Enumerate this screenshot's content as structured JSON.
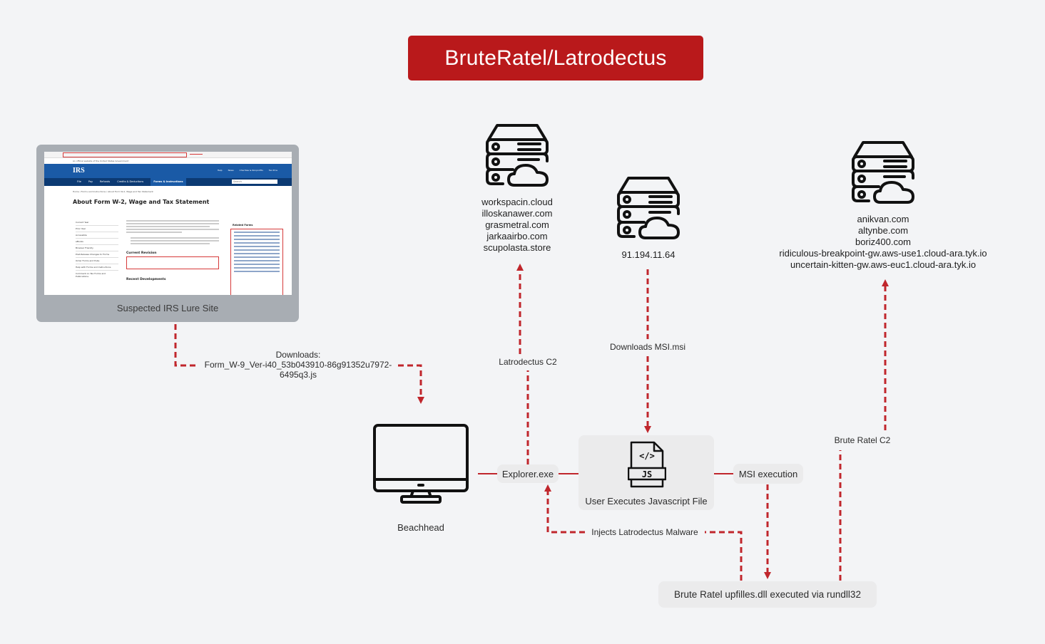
{
  "title": "BruteRatel/Latrodectus",
  "colors": {
    "accent": "#b9191b",
    "background": "#f3f4f6",
    "node_fill": "#ebebec",
    "irs_blue": "#1a5aa6",
    "irs_navy": "#0c3a73"
  },
  "lure_site": {
    "label": "Suspected IRS Lure Site",
    "screenshot": {
      "banner": "An official website of the United States Government",
      "logo": "IRS",
      "top_links": [
        "Help",
        "News",
        "Charities & Nonprofits",
        "Tax Pros"
      ],
      "nav": [
        "File",
        "Pay",
        "Refunds",
        "Credits & Deductions",
        "Forms & Instructions"
      ],
      "search_placeholder": "Search",
      "breadcrumb": "Home / Forms and Instructions / About Form W-2, Wage and Tax Statement",
      "heading": "About Form W-2, Wage and Tax Statement",
      "sidebar": [
        "Current Year",
        "Prior Year",
        "Accessible",
        "eBooks",
        "Browser Friendly",
        "Post-Release Changes to Forms",
        "Order Forms and Pubs",
        "Help with Forms and Instructions",
        "Comment on Tax Forms and Publications"
      ],
      "current_revision": "Current Revision",
      "recent_developments": "Recent Developments",
      "related_forms": "Related Forms"
    }
  },
  "c2_latrodectus": {
    "icon": "server-cloud-icon",
    "domains": [
      "workspacin.cloud",
      "illoskanawer.com",
      "grasmetral.com",
      "jarkaairbo.com",
      "scupolasta.store"
    ]
  },
  "msi_server": {
    "icon": "server-cloud-icon",
    "ip": "91.194.11.64"
  },
  "c2_bruteratel": {
    "icon": "server-cloud-icon",
    "domains": [
      "anikvan.com",
      "altynbe.com",
      "boriz400.com",
      "ridiculous-breakpoint-gw.aws-use1.cloud-ara.tyk.io",
      "uncertain-kitten-gw.aws-euc1.cloud-ara.tyk.io"
    ]
  },
  "edges": {
    "downloads_line1": "Downloads:",
    "downloads_line2": "Form_W-9_Ver-i40_53b043910-86g91352u7972-",
    "downloads_line3": "6495q3.js",
    "latrodectus_c2": "Latrodectus C2",
    "downloads_msi": "Downloads MSI.msi",
    "brute_ratel_c2": "Brute Ratel C2",
    "injects": "Injects Latrodectus Malware"
  },
  "nodes": {
    "beachhead": "Beachhead",
    "explorer": "Explorer.exe",
    "js_file": "User Executes Javascript File",
    "js_icon_text": "JS",
    "msi_execution": "MSI execution",
    "brute_ratel_dll": "Brute Ratel upfilles.dll executed via rundll32"
  }
}
